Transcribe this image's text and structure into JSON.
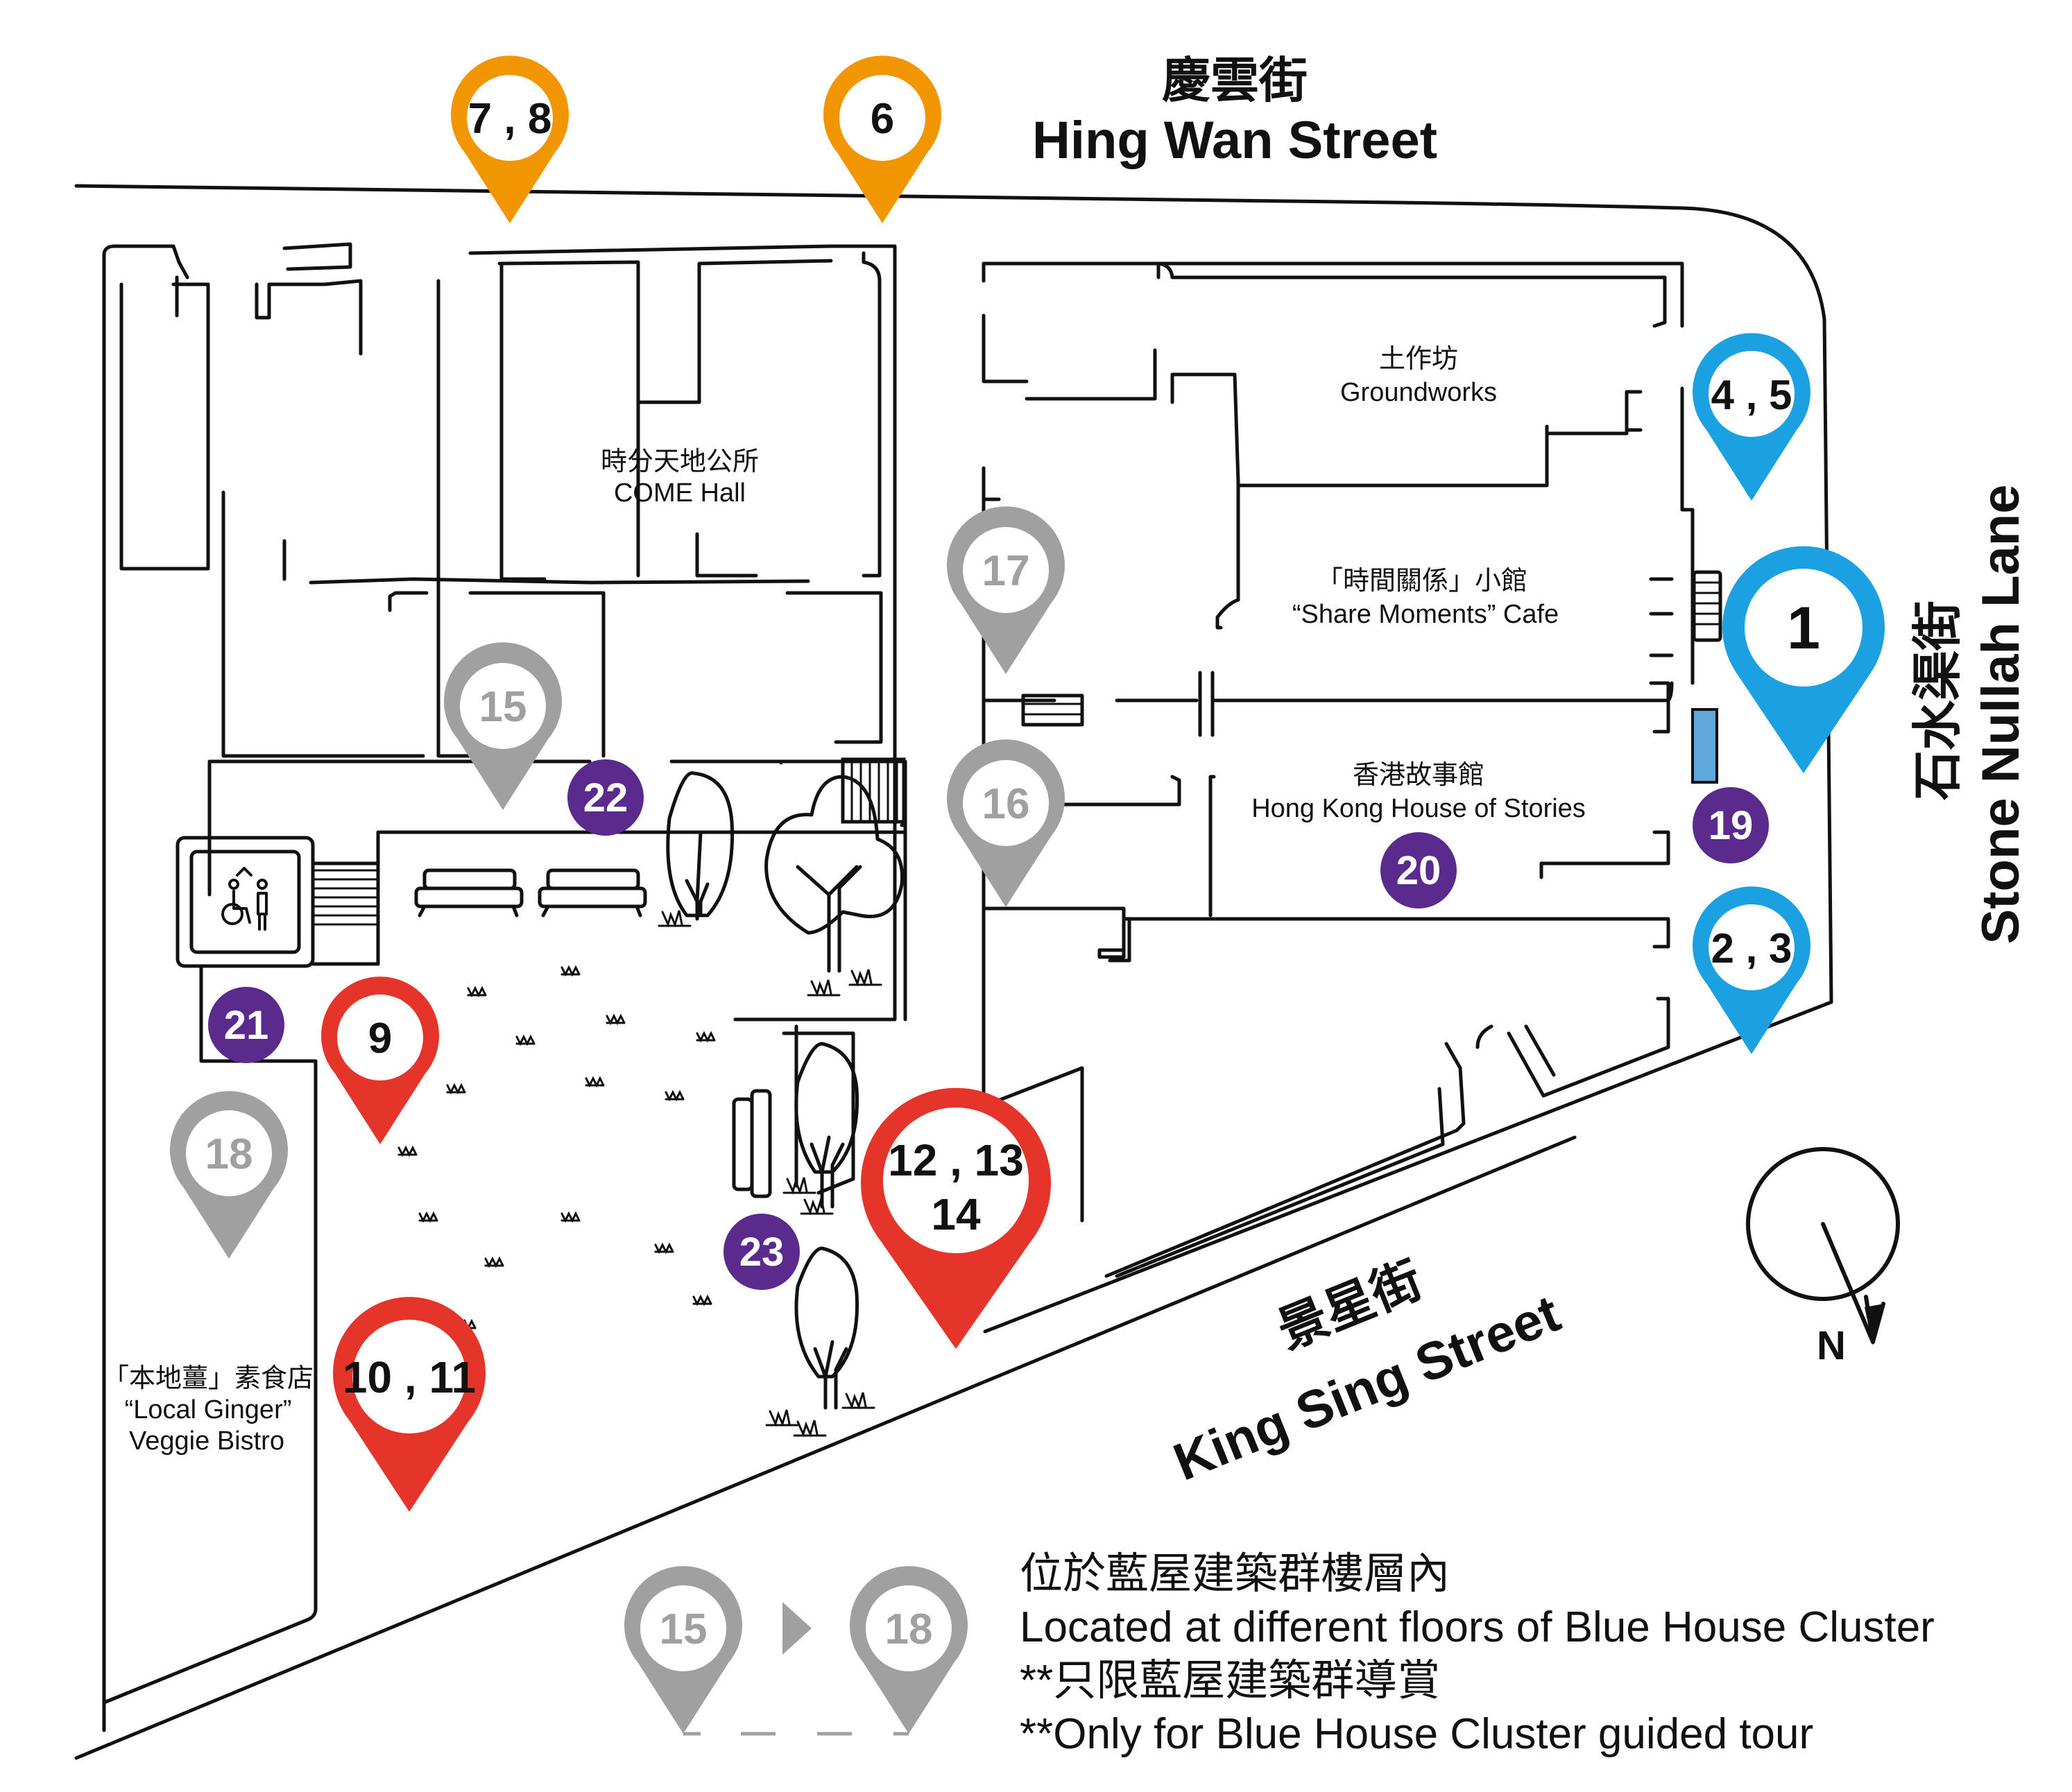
{
  "streets": {
    "hing_wan_zh": "慶雲街",
    "hing_wan_en": "Hing Wan Street",
    "stone_nullah_zh": "石水渠街",
    "stone_nullah_en": "Stone Nullah Lane",
    "king_sing_zh": "景星街",
    "king_sing_en": "King Sing Street"
  },
  "buildings": {
    "come_hall_zh": "時分天地公所",
    "come_hall_en": "COME Hall",
    "groundworks_zh": "土作坊",
    "groundworks_en": "Groundworks",
    "share_zh": "「時間關係」小館",
    "share_en": "“Share Moments” Cafe",
    "hkhos_zh": "香港故事館",
    "hkhos_en": "Hong Kong House of Stories",
    "ginger_zh": "「本地薑」素食店",
    "ginger_en1": "“Local Ginger”",
    "ginger_en2": "Veggie Bistro"
  },
  "pins": {
    "p78": "7 , 8",
    "p6": "6",
    "p45": "4 , 5",
    "p1": "1",
    "p23": "2 , 3",
    "p17": "17",
    "p16": "16",
    "p15": "15",
    "p18": "18",
    "p9": "9",
    "p1011": "10 , 11",
    "p121314_a": "12 , 13",
    "p121314_b": "14",
    "legend15": "15",
    "legend18": "18"
  },
  "circles": {
    "c19": "19",
    "c20": "20",
    "c21": "21",
    "c22": "22",
    "c23": "23"
  },
  "compass": {
    "label": "N"
  },
  "legend": {
    "line1": "位於藍屋建築群樓層內",
    "line2": "Located at different floors of Blue House Cluster",
    "line3": "**只限藍屋建築群導賞",
    "line4": "**Only for Blue House Cluster guided tour"
  },
  "colors": {
    "orange": "#F29600",
    "blue": "#1BA1E2",
    "grey": "#A0A0A0",
    "red": "#E5352A",
    "purple": "#5A2B8C"
  }
}
